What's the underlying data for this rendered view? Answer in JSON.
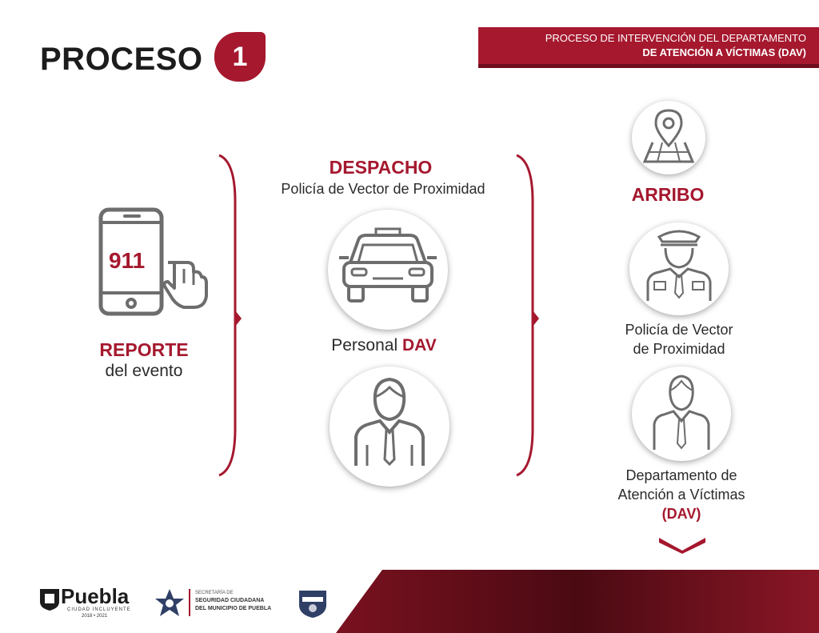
{
  "header": {
    "title": "PROCESO",
    "step_number": "1",
    "banner_line1": "PROCESO DE INTERVENCIÓN DEL DEPARTAMENTO",
    "banner_line2": "DE ATENCIÓN A VÍCTIMAS (DAV)"
  },
  "reporte": {
    "phone_number": "911",
    "title": "REPORTE",
    "subtitle": "del evento"
  },
  "despacho": {
    "title": "DESPACHO",
    "subtitle": "Policía de Vector de Proximidad",
    "personal_prefix": "Personal",
    "personal_emph": "DAV"
  },
  "arribo": {
    "title": "ARRIBO",
    "police_line1": "Policía de Vector",
    "police_line2": "de Proximidad",
    "dav_line1": "Departamento de",
    "dav_line2": "Atención a Víctimas",
    "dav_line3": "(DAV)"
  },
  "footer": {
    "puebla_logo": "Puebla",
    "puebla_tagline": "CIUDAD INCLUYENTE",
    "puebla_years": "2018 • 2021",
    "ssc_line1": "SECRETARÍA DE",
    "ssc_line2": "SEGURIDAD CIUDADANA",
    "ssc_line3": "DEL MUNICIPIO DE PUEBLA"
  },
  "colors": {
    "accent": "#a5182e",
    "icon_gray": "#6d6d6d"
  },
  "icons": [
    "phone-tap-icon",
    "police-car-icon",
    "man-tie-icon",
    "map-pin-icon",
    "police-officer-icon",
    "chevron-down-icon"
  ]
}
